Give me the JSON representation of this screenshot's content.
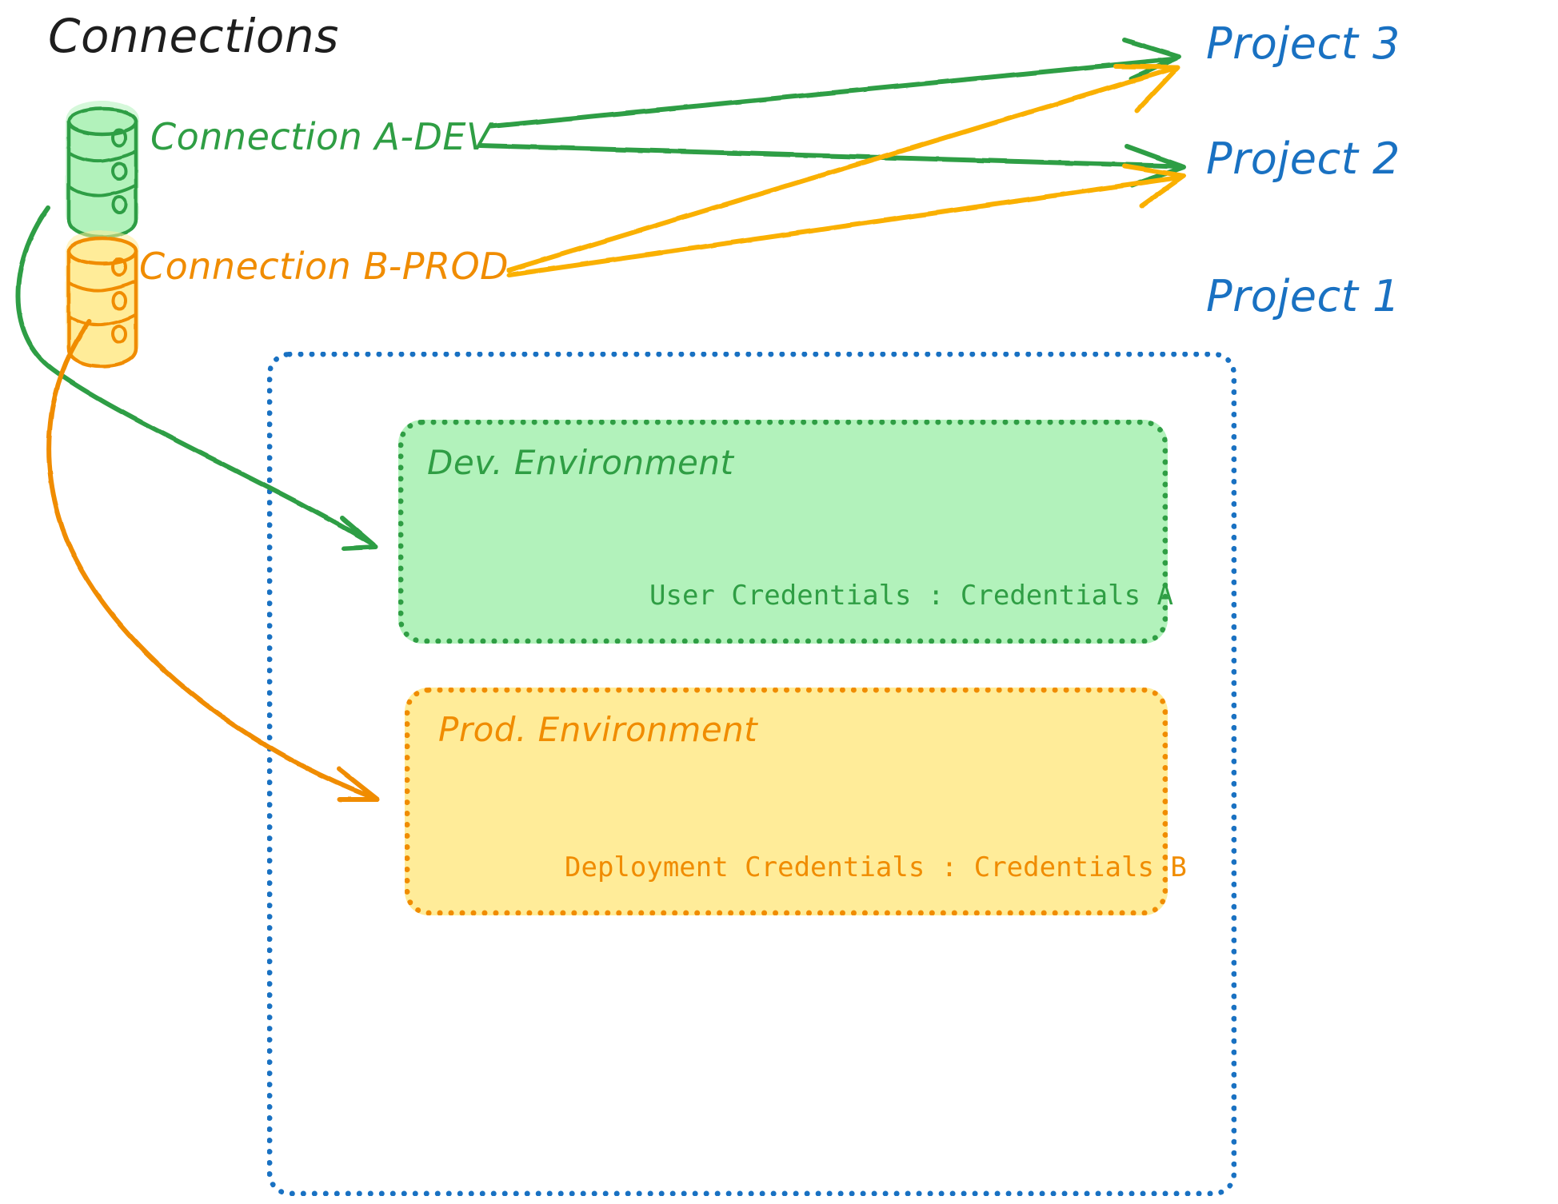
{
  "diagram": {
    "title": "Connections",
    "background_color": "#ffffff",
    "colors": {
      "green": "#2f9e44",
      "green_fill": "#b2f2bb",
      "orange": "#f08c00",
      "orange_fill": "#ffec99",
      "blue": "#1971c2",
      "black": "#1e1e1e"
    }
  },
  "connections": [
    {
      "id": "connection-a-dev",
      "label": "Connection A-DEV",
      "color": "#2f9e44",
      "icon": "database-cylinder-icon",
      "targets": [
        "Project 3",
        "Project 2",
        "Dev. Environment"
      ]
    },
    {
      "id": "connection-b-prod",
      "label": "Connection B-PROD",
      "color": "#f08c00",
      "icon": "database-cylinder-icon",
      "targets": [
        "Project 3",
        "Project 2",
        "Prod. Environment"
      ]
    }
  ],
  "projects": [
    {
      "id": "project-3",
      "label": "Project 3",
      "color": "#1971c2"
    },
    {
      "id": "project-2",
      "label": "Project 2",
      "color": "#1971c2"
    },
    {
      "id": "project-1",
      "label": "Project 1",
      "color": "#1971c2"
    }
  ],
  "project1": {
    "label": "Project 1",
    "environments": [
      {
        "id": "dev-environment",
        "title": "Dev. Environment",
        "credentials_label": "User Credentials",
        "credentials_value": "Credentials A",
        "credentials_line": "User Credentials : Credentials A",
        "color": "#2f9e44",
        "fill": "#b2f2bb"
      },
      {
        "id": "prod-environment",
        "title": "Prod. Environment",
        "credentials_label": "Deployment Credentials",
        "credentials_value": "Credentials B",
        "credentials_line": "Deployment Credentials : Credentials B",
        "color": "#f08c00",
        "fill": "#ffec99"
      }
    ]
  },
  "arrows": [
    {
      "id": "arrow-a-dev-to-project-3",
      "from": "Connection A-DEV",
      "to": "Project 3",
      "color": "#2f9e44",
      "style": "straight"
    },
    {
      "id": "arrow-a-dev-to-project-2",
      "from": "Connection A-DEV",
      "to": "Project 2",
      "color": "#2f9e44",
      "style": "straight"
    },
    {
      "id": "arrow-b-prod-to-project-3",
      "from": "Connection B-PROD",
      "to": "Project 3",
      "color": "#f08c00",
      "style": "straight"
    },
    {
      "id": "arrow-b-prod-to-project-2",
      "from": "Connection B-PROD",
      "to": "Project 2",
      "color": "#f08c00",
      "style": "straight"
    },
    {
      "id": "arrow-a-dev-to-dev-environment",
      "from": "Connection A-DEV",
      "to": "Dev. Environment",
      "color": "#2f9e44",
      "style": "curved"
    },
    {
      "id": "arrow-b-prod-to-prod-environment",
      "from": "Connection B-PROD",
      "to": "Prod. Environment",
      "color": "#f08c00",
      "style": "curved"
    }
  ]
}
